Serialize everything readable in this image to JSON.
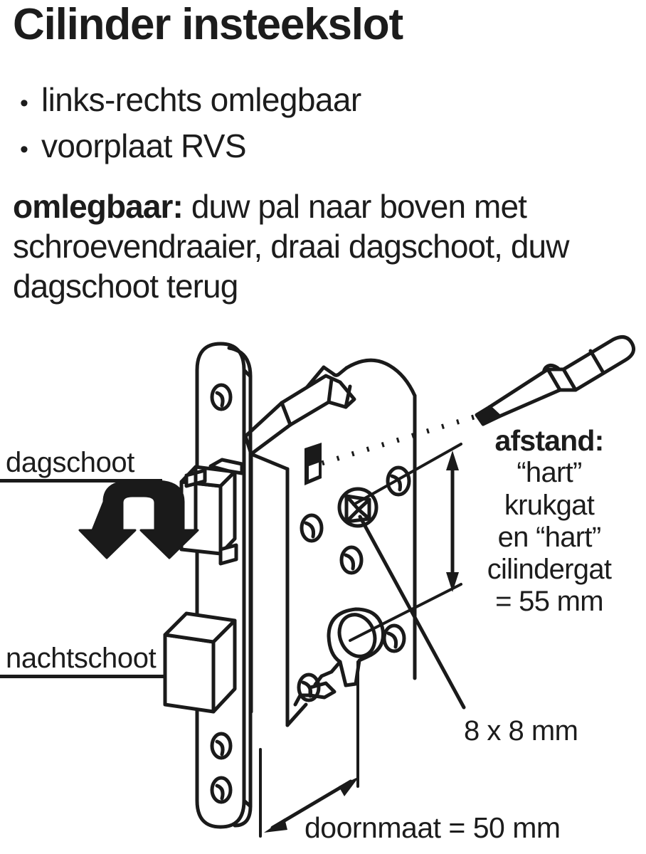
{
  "document": {
    "title": "Cilinder insteekslot",
    "language": "nl"
  },
  "features": {
    "bullets": [
      {
        "marker": "•",
        "text": "links-rechts omlegbaar"
      },
      {
        "marker": "•",
        "text": "voorplaat RVS"
      }
    ]
  },
  "instruction": {
    "lead": "omlegbaar:",
    "body": " duw pal naar boven met schroevendraaier, draai dagschoot, duw dagschoot terug"
  },
  "callouts": {
    "dagschoot": "dagschoot",
    "nachtschoot": "nachtschoot"
  },
  "dimensions": {
    "afstand": {
      "heading": "afstand:",
      "line1": "“hart”",
      "line2": "krukgat",
      "line3": "en “hart”",
      "line4": "cilindergat",
      "line5": "= 55 mm",
      "value": "55 mm"
    },
    "spindle": {
      "label": "8 x 8 mm",
      "value": "8 x 8 mm"
    },
    "doornmaat": {
      "label": "doornmaat = 50 mm",
      "value": "50 mm"
    }
  },
  "diagram": {
    "name": "mortise-lock-isometric-drawing",
    "line_color": "#1a1a1a",
    "fill_color": "#ffffff",
    "accent_color": "#1a1a1a",
    "parts": [
      "faceplate",
      "lock-case",
      "latch-bolt",
      "dead-bolt",
      "spindle-hole",
      "cylinder-hole",
      "screw-holes",
      "pal-slot",
      "screwdriver"
    ]
  }
}
